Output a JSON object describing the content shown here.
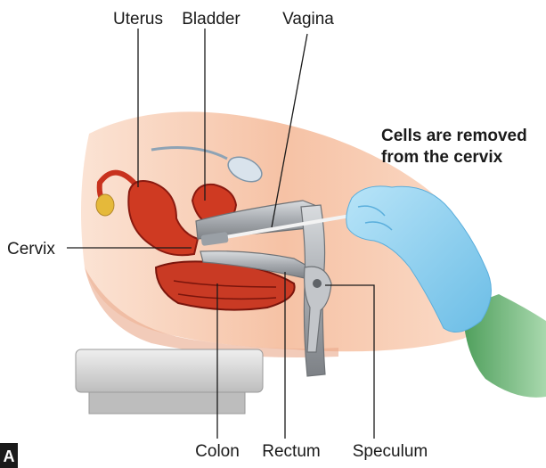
{
  "figure": {
    "panel_letter": "A",
    "callout": {
      "line1": "Cells are removed",
      "line2": "from the cervix"
    }
  },
  "labels": {
    "uterus": "Uterus",
    "bladder": "Bladder",
    "vagina": "Vagina",
    "cervix": "Cervix",
    "colon": "Colon",
    "rectum": "Rectum",
    "speculum": "Speculum"
  },
  "colors": {
    "skin": "#f6c4a8",
    "organ_red": "#c8321e",
    "organ_dark": "#8a1a10",
    "speculum_gray": "#a9adb2",
    "glove_blue": "#8fd0f0",
    "sleeve_green": "#5fae6a",
    "table_gray": "#d4d4d4"
  }
}
